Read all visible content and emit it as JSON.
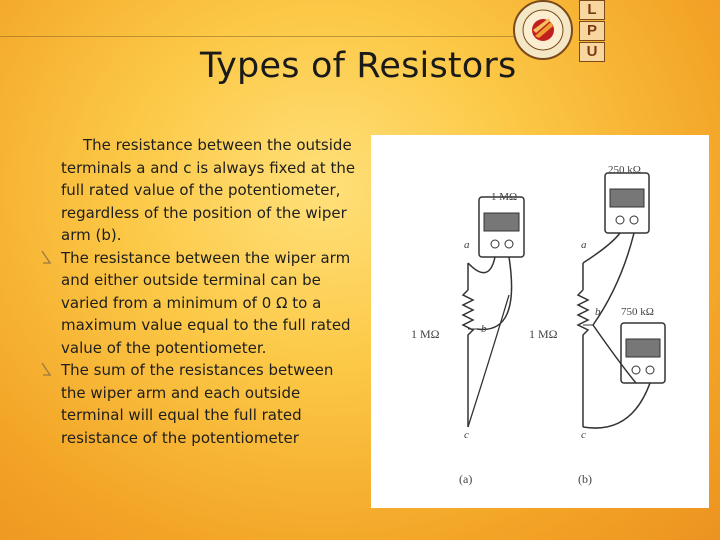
{
  "slide": {
    "title": "Types of Resistors",
    "logo_letters": [
      "L",
      "P",
      "U"
    ],
    "paragraphs": [
      "The resistance between the outside terminals a and c is always fixed at the full rated value of the potentiometer, regardless of the position of the wiper arm (b).",
      "The resistance between the wiper arm and either outside terminal can be varied from a minimum of 0 Ω to a maximum value equal to the full rated value of the potentiometer.",
      "The sum of the resistances between the wiper arm and each outside terminal will equal the full rated resistance of the potentiometer"
    ]
  },
  "figure": {
    "meter_a_reading": "1 MΩ",
    "meter_b_top_reading": "250 kΩ",
    "meter_b_bottom_reading": "750 kΩ",
    "pot_a_label": "1 MΩ",
    "pot_b_label": "1 MΩ",
    "terminal_a": "a",
    "terminal_b": "b",
    "terminal_c": "c",
    "caption_a": "(a)",
    "caption_b": "(b)"
  }
}
